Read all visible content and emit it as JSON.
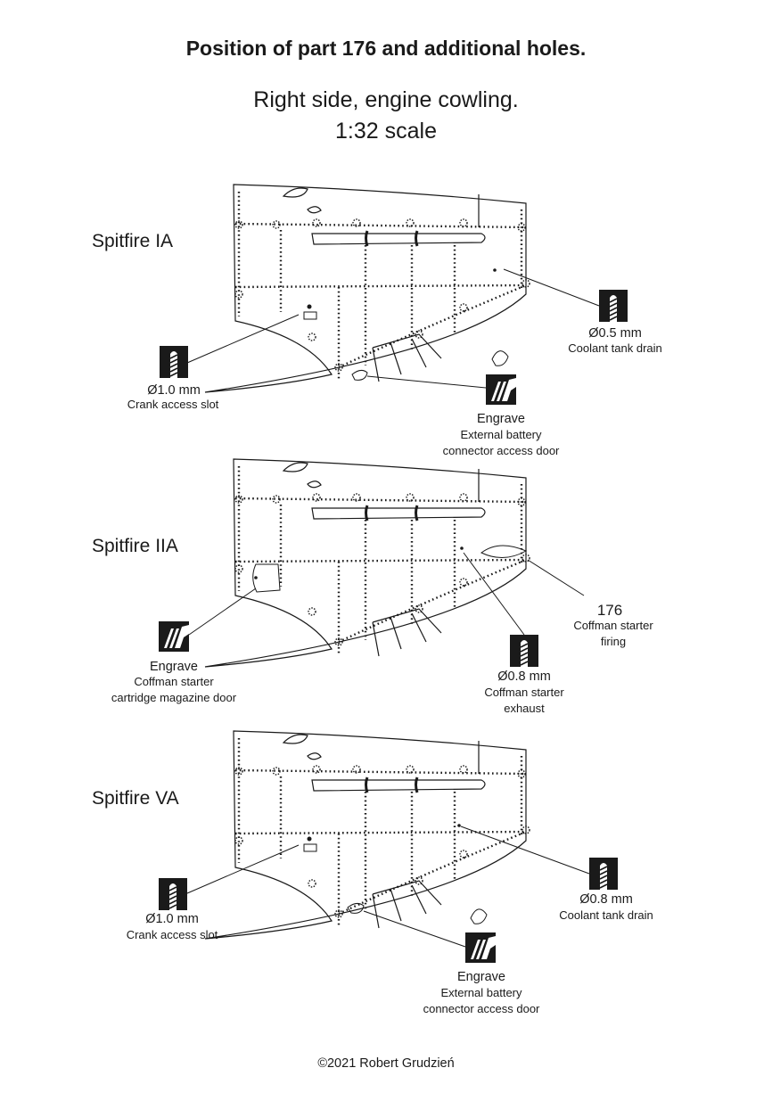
{
  "title": "Position of part 176  and additional holes.",
  "subtitle_line1": "Right side, engine cowling.",
  "subtitle_line2": "1:32 scale",
  "footer": "©2021 Robert Grudzień",
  "panels": [
    {
      "variant": "Spitfire IA",
      "callouts": [
        {
          "icon": "drill-icon",
          "value": "Ø1.0 mm",
          "desc": "Crank access slot"
        },
        {
          "icon": "drill-icon",
          "value": "Ø0.5 mm",
          "desc": "Coolant tank drain"
        },
        {
          "icon": "engrave-icon",
          "value": "Engrave",
          "desc1": "External battery",
          "desc2": "connector access door"
        }
      ]
    },
    {
      "variant": "Spitfire IIA",
      "callouts": [
        {
          "icon": "engrave-icon",
          "value": "Engrave",
          "desc1": "Coffman starter",
          "desc2": "cartridge magazine door"
        },
        {
          "icon": "drill-icon",
          "value": "Ø0.8 mm",
          "desc1": "Coffman starter",
          "desc2": "exhaust"
        },
        {
          "icon": "part-number",
          "value": "176",
          "desc1": "Coffman starter",
          "desc2": "firing"
        }
      ]
    },
    {
      "variant": "Spitfire VA",
      "callouts": [
        {
          "icon": "drill-icon",
          "value": "Ø1.0 mm",
          "desc": "Crank access slot"
        },
        {
          "icon": "drill-icon",
          "value": "Ø0.8 mm",
          "desc": "Coolant tank drain"
        },
        {
          "icon": "engrave-icon",
          "value": "Engrave",
          "desc1": "External battery",
          "desc2": "connector access door"
        }
      ]
    }
  ]
}
